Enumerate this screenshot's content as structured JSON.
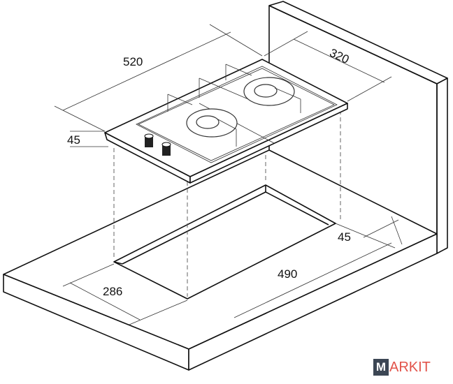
{
  "dimensions": {
    "hob_width": "520",
    "hob_depth": "320",
    "hob_height": "45",
    "wall_clearance": "45",
    "cutout_width": "490",
    "cutout_depth": "286"
  },
  "watermark": {
    "box_letter": "M",
    "rest": "ARKIT"
  },
  "colors": {
    "line": "#111111",
    "logo_dark": "#3c4654",
    "logo_red": "#e2534a"
  }
}
